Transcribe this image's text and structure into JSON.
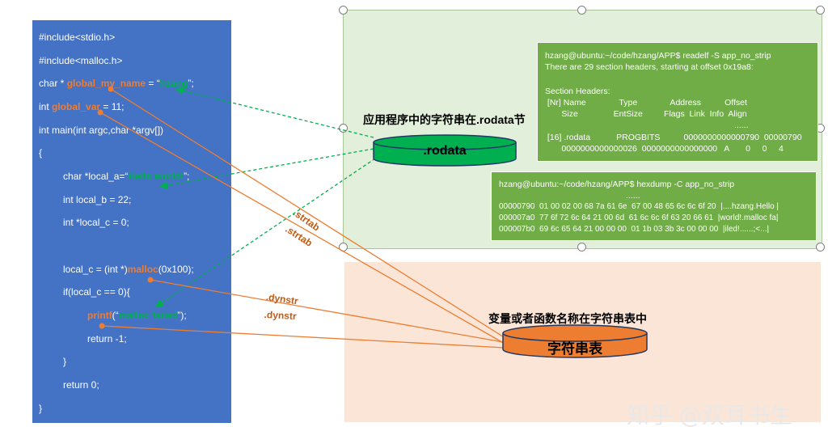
{
  "code": {
    "line1": "#include<stdio.h>",
    "line2": "#include<malloc.h>",
    "line3_a": "char * ",
    "line3_name": "global_my_name",
    "line3_b": " = “",
    "line3_val": "hzang",
    "line3_c": "”;",
    "line4_a": "int ",
    "line4_name": "global_var",
    "line4_b": " = 11;",
    "line5": "int main(int argc,char *argv[])",
    "line6": "{",
    "line7_a": "char *local_a=“",
    "line7_val": "Hello world!",
    "line7_b": "”;",
    "line8": "int local_b = 22;",
    "line9": "int *local_c = 0;",
    "line10_a": "local_c = (int *)",
    "line10_fn": "malloc",
    "line10_b": "(0x100);",
    "line11": "if(local_c == 0){",
    "line12_fn": "printf",
    "line12_a": "(“",
    "line12_val": "malloc failed",
    "line12_b": "”);",
    "line13": "return -1;",
    "line14": "}",
    "line15": "return 0;",
    "line16": "}"
  },
  "readelf": {
    "l1": "hzang@ubuntu:~/code/hzang/APP$ readelf -S app_no_strip",
    "l2": "There are 29 section headers, starting at offset 0x19a8:",
    "l3": "Section Headers:",
    "l4": " [Nr] Name              Type              Address          Offset",
    "l5": "       Size               EntSize         Flags  Link  Info  Align",
    "l6": "......",
    "l7": " [16] .rodata           PROGBITS          0000000000000790  00000790",
    "l8": "       0000000000000026  0000000000000000   A       0     0     4"
  },
  "hexdump": {
    "l1": "hzang@ubuntu:~/code/hzang/APP$ hexdump -C app_no_strip",
    "l2": "......",
    "l3": "00000790  01 00 02 00 68 7a 61 6e  67 00 48 65 6c 6c 6f 20  |....hzang.Hello |",
    "l4": "000007a0  77 6f 72 6c 64 21 00 6d  61 6c 6c 6f 63 20 66 61  |world!.malloc fa|",
    "l5": "000007b0  69 6c 65 64 21 00 00 00  01 1b 03 3b 3c 00 00 00  |iled!......;<...|"
  },
  "rodata": {
    "caption": "应用程序中的字符串在.rodata节",
    "label": ".rodata"
  },
  "strtab": {
    "caption": "变量或者函数名称在字符串表中",
    "label": "字符串表"
  },
  "edge_labels": {
    "strtab1": ".strtab",
    "strtab2": ".strtab",
    "dynstr1": ".dynstr",
    "dynstr2": ".dynstr"
  },
  "watermark": "知乎 @双耳书生",
  "colors": {
    "code_bg": "#4472c4",
    "accent_orange": "#ed7d31",
    "accent_green": "#00b050",
    "terminal_bg": "#70ad47",
    "green_region": "#e2efda",
    "orange_region": "#fbe5d6"
  }
}
